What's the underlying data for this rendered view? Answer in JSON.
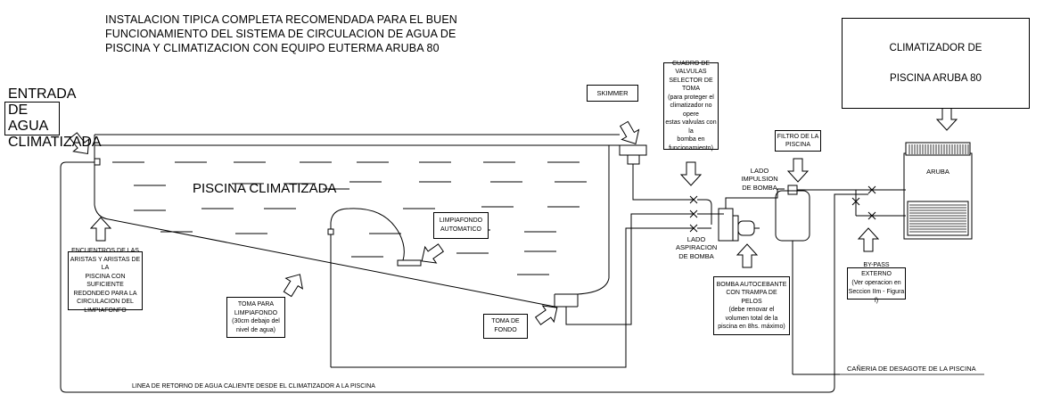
{
  "title_lines": [
    "INSTALACION TIPICA COMPLETA RECOMENDADA PARA EL BUEN",
    "FUNCIONAMIENTO DEL SISTEMA DE CIRCULACION DE AGUA DE",
    "PISCINA Y CLIMATIZACION CON EQUIPO EUTERMA ARUBA 80"
  ],
  "climatizador_box": [
    "CLIMATIZADOR DE",
    "PISCINA ARUBA 80"
  ],
  "pool_label": "PISCINA CLIMATIZADA",
  "heater_label": "ARUBA",
  "labels": {
    "entrada": [
      "ENTRADA DE",
      "AGUA",
      "CLIMATIZADA"
    ],
    "skimmer": [
      "SKIMMER"
    ],
    "cuadro": [
      "CUADRO DE",
      "VALVULAS",
      "SELECTOR DE",
      "TOMA",
      "(para proteger el",
      "climatizador no opere",
      "estas valvulas con la",
      "bomba en",
      "funcionamiento)"
    ],
    "filtro": [
      "FILTRO DE LA",
      "PISCINA"
    ],
    "impulsion": [
      "LADO",
      "IMPULSION",
      "DE BOMBA"
    ],
    "aspiracion": [
      "LADO",
      "ASPIRACION",
      "DE BOMBA"
    ],
    "limpiafondo": [
      "LIMPIAFONDO",
      "AUTOMATICO"
    ],
    "encuentros": [
      "ENCUENTROS DE LAS",
      "ARISTAS Y ARISTAS DE LA",
      "PISCINA CON SUFICIENTE",
      "REDONDEO PARA LA",
      "CIRCULACION DEL",
      "LIMPIAFONFO"
    ],
    "toma_limpia": [
      "TOMA PARA",
      "LIMPIAFONDO",
      "(30cm debajo del",
      "nivel de agua)"
    ],
    "toma_fondo": [
      "TOMA DE",
      "FONDO"
    ],
    "bomba": [
      "BOMBA AUTOCEBANTE",
      "CON TRAMPA DE",
      "PELOS",
      "(debe renovar el",
      "volumen total de la",
      "piscina en 8hs. máximo)"
    ],
    "bypass": [
      "BY-PASS EXTERNO",
      "(Ver operacion en",
      "Seccion IIm - Figura f)"
    ],
    "desagote": [
      "CAÑERIA DE DESAGOTE DE LA PISCINA"
    ],
    "retorno": [
      "LINEA DE RETORNO DE AGUA CALIENTE DESDE EL CLIMATIZADOR A LA PISCINA"
    ]
  }
}
